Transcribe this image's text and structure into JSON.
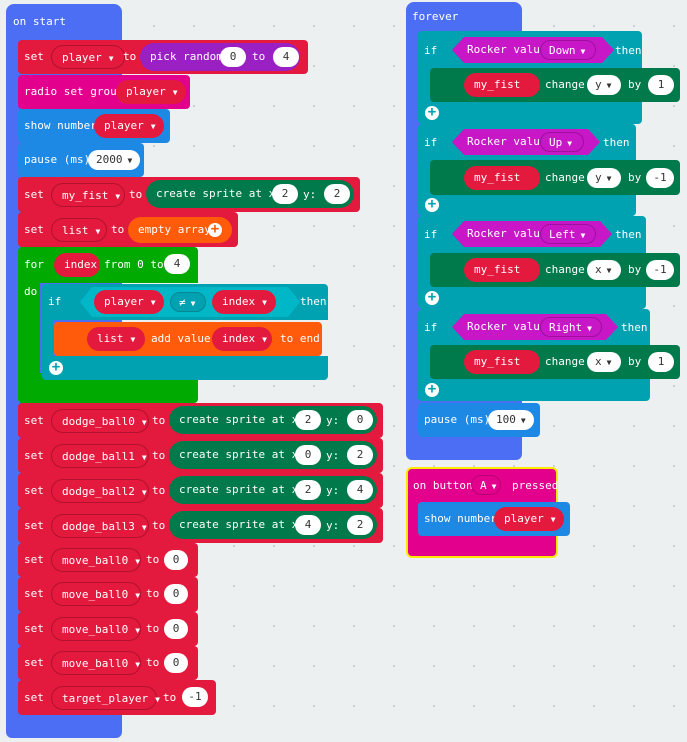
{
  "on_start": {
    "header": "on start",
    "set_player": {
      "set": "set",
      "var": "player",
      "to": "to",
      "pick_random": "pick random",
      "from": "0",
      "to_word": "to",
      "upper": "4"
    },
    "radio_set_group": {
      "label": "radio set group",
      "var": "player"
    },
    "show_number": {
      "label": "show number",
      "var": "player"
    },
    "pause": {
      "label": "pause (ms)",
      "value": "2000"
    },
    "set_fist": {
      "set": "set",
      "var": "my_fist",
      "to": "to",
      "fn": "create sprite at x:",
      "x": "2",
      "y_label": "y:",
      "y": "2"
    },
    "set_list": {
      "set": "set",
      "var": "list",
      "to": "to",
      "fn": "empty array"
    },
    "for_loop": {
      "for": "for",
      "var": "index",
      "from": "from 0 to",
      "upper": "4",
      "do": "do",
      "if": "if",
      "left": "player",
      "op": "≠",
      "right": "index",
      "then": "then",
      "list_var": "list",
      "add": "add value",
      "value": "index",
      "to_end": "to end"
    },
    "dodge_balls": [
      {
        "set": "set",
        "var": "dodge_ball0",
        "to": "to",
        "fn": "create sprite at x:",
        "x": "2",
        "y_label": "y:",
        "y": "0"
      },
      {
        "set": "set",
        "var": "dodge_ball1",
        "to": "to",
        "fn": "create sprite at x:",
        "x": "0",
        "y_label": "y:",
        "y": "2"
      },
      {
        "set": "set",
        "var": "dodge_ball2",
        "to": "to",
        "fn": "create sprite at x:",
        "x": "2",
        "y_label": "y:",
        "y": "4"
      },
      {
        "set": "set",
        "var": "dodge_ball3",
        "to": "to",
        "fn": "create sprite at x:",
        "x": "4",
        "y_label": "y:",
        "y": "2"
      }
    ],
    "move_balls": [
      {
        "set": "set",
        "var": "move_ball0",
        "to": "to",
        "value": "0"
      },
      {
        "set": "set",
        "var": "move_ball0",
        "to": "to",
        "value": "0"
      },
      {
        "set": "set",
        "var": "move_ball0",
        "to": "to",
        "value": "0"
      },
      {
        "set": "set",
        "var": "move_ball0",
        "to": "to",
        "value": "0"
      }
    ],
    "target_player": {
      "set": "set",
      "var": "target_player",
      "to": "to",
      "value": "-1"
    }
  },
  "forever": {
    "header": "forever",
    "conditions": [
      {
        "if": "if",
        "sensor": "Rocker value",
        "dir": "Down",
        "then": "then",
        "var": "my_fist",
        "change": "change",
        "axis": "y",
        "by": "by",
        "amount": "1"
      },
      {
        "if": "if",
        "sensor": "Rocker value",
        "dir": "Up",
        "then": "then",
        "var": "my_fist",
        "change": "change",
        "axis": "y",
        "by": "by",
        "amount": "-1"
      },
      {
        "if": "if",
        "sensor": "Rocker value",
        "dir": "Left",
        "then": "then",
        "var": "my_fist",
        "change": "change",
        "axis": "x",
        "by": "by",
        "amount": "-1"
      },
      {
        "if": "if",
        "sensor": "Rocker value",
        "dir": "Right",
        "then": "then",
        "var": "my_fist",
        "change": "change",
        "axis": "x",
        "by": "by",
        "amount": "1"
      }
    ],
    "pause": {
      "label": "pause (ms)",
      "value": "100"
    }
  },
  "on_button": {
    "label": "on button",
    "button": "A",
    "pressed": "pressed",
    "show": "show number",
    "var": "player"
  },
  "colors": {
    "event": "#4c6ef5",
    "variables": "#e3193d",
    "math": "#9a20c4",
    "radio": "#e3008c",
    "basic": "#1e88e5",
    "loops": "#00aa00",
    "logic": "#00a2b1",
    "arrays": "#ff5b0a",
    "sprites": "#007a4b",
    "rocker": "#c717c7"
  },
  "icons": {
    "add": "plus-circle-icon",
    "dropdown": "caret-down-icon"
  }
}
